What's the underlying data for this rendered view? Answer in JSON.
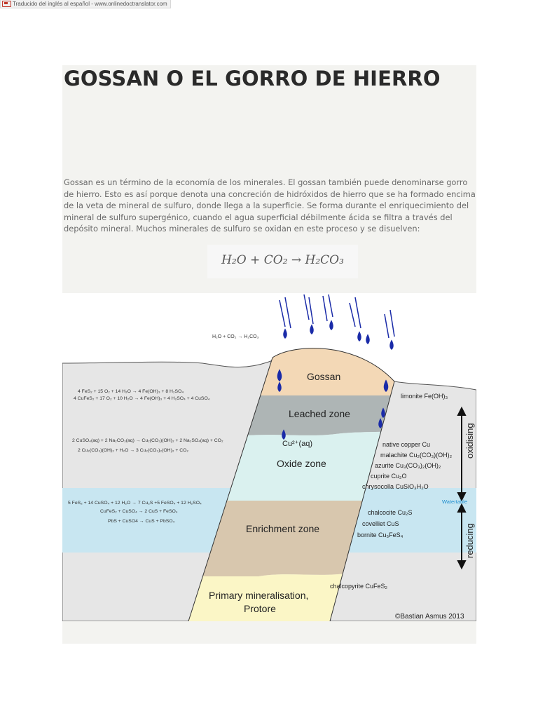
{
  "banner": {
    "text": "Traducido del inglés al español - www.onlinedoctranslator.com"
  },
  "article": {
    "title": "GOSSAN O EL GORRO DE HIERRO",
    "paragraph": "Gossan es un término de la economía de los minerales. El gossan también puede denominarse gorro de hierro. Esto es así porque denota una concreción de hidróxidos de hierro que se ha formado encima de la veta de mineral de sulfuro, donde llega a la superficie. Se forma durante el enriquecimiento del mineral de sulfuro supergénico, cuando el agua superficial débilmente ácida se filtra a través del depósito mineral. Muchos minerales de sulfuro se oxidan en este proceso y se disuelven:",
    "equation": "H₂O + CO₂ → H₂CO₃"
  },
  "figure": {
    "top_equation": "H₂O + CO₂ → H₂CO₃",
    "zones": {
      "gossan": "Gossan",
      "leached": "Leached zone",
      "cu_ion": "Cu²⁺(aq)",
      "oxide": "Oxide zone",
      "enrichment": "Enrichment zone",
      "primary_1": "Primary mineralisation,",
      "primary_2": "Protore"
    },
    "left_equations": {
      "gossan_1": "4 FeS₂ + 15 O₂ + 14 H₂O → 4 Fe(OH)₃ + 8 H₂SO₄",
      "gossan_2": "4 CuFeS₂ + 17 O₂ + 10 H₂O → 4 Fe(OH)₃ + 4 H₂SO₄ + 4 CuSO₄",
      "oxide_1": "2 CuSO₄(aq) + 2 Na₂CO₃(aq) → Cu₂(CO₃)(OH)₂ + 2 Na₂SO₄(aq) + CO₂",
      "oxide_2": "2 Cu₂(CO₃)(OH)₂ + H₂O → 3 Cu₂(CO₃)₂(OH)₂ + CO₂",
      "enrich_1": "5 FeS₂ + 14 CuSO₄ + 12 H₂O → 7 Cu₂S +5 FeSO₄ + 12 H₂SO₄",
      "enrich_2": "CuFeS₂ + CuSO₄ → 2 CuS + FeSO₄",
      "enrich_3": "PbS + CuSO4 → CuS + PbSO₄"
    },
    "minerals": {
      "limonite": "limonite Fe(OH)₃",
      "native_copper": "native copper Cu",
      "malachite": "malachite Cu₂(CO₃)(OH)₂",
      "azurite": "azurite Cu₃(CO₃)₂(OH)₂",
      "cuprite": "cuprite Cu₂O",
      "chrysocolla": "chrysocolla CuSiO₃H₂O",
      "chalcocite": "chalcocite Cu₂S",
      "covelliet": "covelliet CuS",
      "bornite": "bornite Cu₅FeS₄",
      "chalcopyrite": "chalcopyrite CuFeS₂"
    },
    "labels": {
      "oxidising": "oxidising",
      "reducing": "reducing",
      "watertable": "Watertable",
      "copyright": "©Bastian Asmus 2013"
    },
    "colors": {
      "gossan": "#f3d8b6",
      "leached": "#aeb5b5",
      "oxide": "#daf1ef",
      "enrichment": "#d8c7ae",
      "primary": "#fbf6c6",
      "ground": "#e6e6e6",
      "water": "#c8e6f1",
      "rain": "#1a2ba8",
      "watertable": "#1f8fcf"
    }
  }
}
